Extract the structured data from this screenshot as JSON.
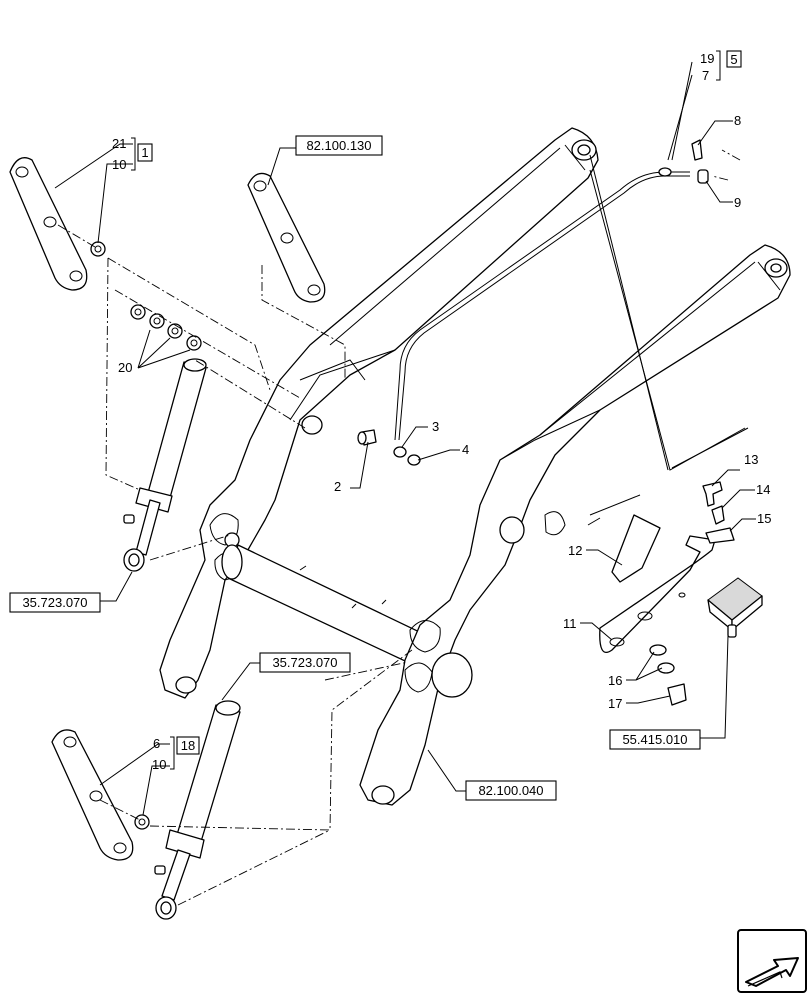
{
  "callouts": {
    "c19": "19",
    "c5": "5",
    "c7": "7",
    "c8": "8",
    "c9": "9",
    "c21": "21",
    "c1": "1",
    "c10a": "10",
    "c20": "20",
    "c2": "2",
    "c3": "3",
    "c4": "4",
    "c13": "13",
    "c14": "14",
    "c15": "15",
    "c12": "12",
    "c11": "11",
    "c16": "16",
    "c17": "17",
    "c6": "6",
    "c18": "18",
    "c10b": "10"
  },
  "references": {
    "r_top": "82.100.130",
    "r_left_cyl": "35.723.070",
    "r_mid_cyl": "35.723.070",
    "r_switch": "55.415.010",
    "r_frame": "82.100.040"
  },
  "nav": {
    "icon": "next-page-arrow-icon"
  }
}
